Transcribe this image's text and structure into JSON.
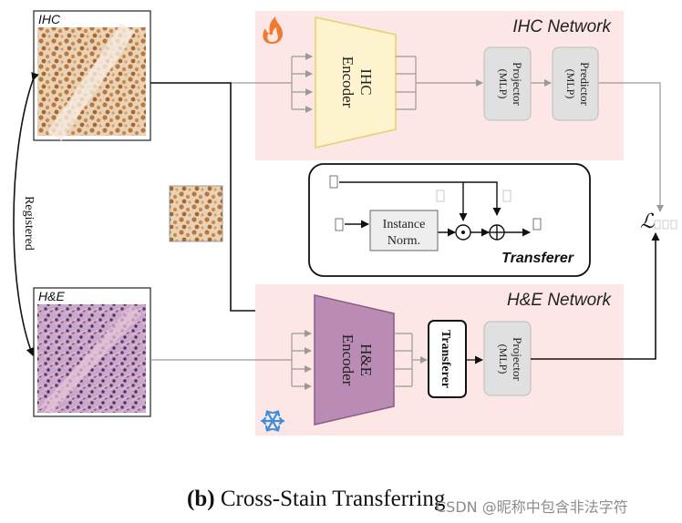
{
  "ihc_panel": {
    "label": "IHC"
  },
  "he_panel": {
    "label": "H&E"
  },
  "registered_label": "Registered",
  "ihc_network": {
    "title": "IHC Network",
    "encoder": [
      "IHC",
      "Encoder"
    ],
    "projector": [
      "Projector",
      "(MLP)"
    ],
    "predictor": [
      "Predictor",
      "(MLP)"
    ],
    "trainable_icon": "fire-icon"
  },
  "transferer_detail": {
    "title": "Transferer",
    "instance_norm": [
      "Instance",
      "Norm."
    ],
    "multiply_symbol": "⊙",
    "add_symbol": "⊕"
  },
  "he_network": {
    "title": "H&E Network",
    "encoder": [
      "H&E",
      "Encoder"
    ],
    "transferer": "Transferer",
    "projector": [
      "Projector",
      "(MLP)"
    ],
    "frozen_icon": "snowflake-icon"
  },
  "loss_symbol": "ℒ",
  "caption": {
    "bold": "(b)",
    "text": " Cross-Stain Transferring"
  },
  "watermark": "CSDN @昵称中包含非法字符",
  "colors": {
    "network_bg": "#fde6e6",
    "ihc_encoder": "#fdf3cf",
    "ihc_encoder_border": "#e8cf6f",
    "he_encoder": "#b98bb5",
    "he_encoder_border": "#8a5d86",
    "mlp_box": "#e0e0e0",
    "ihc_tissue": "#c8935a",
    "he_tissue": "#a07aa8"
  }
}
